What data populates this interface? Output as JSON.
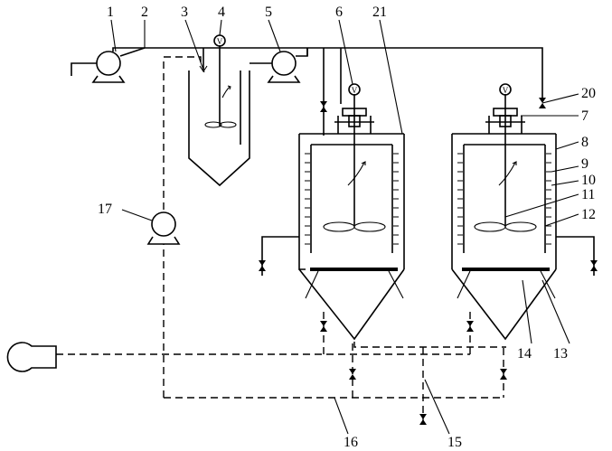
{
  "labels": {
    "l1": "1",
    "l2": "2",
    "l3": "3",
    "l4": "4",
    "l5": "5",
    "l6": "6",
    "l7": "7",
    "l8": "8",
    "l9": "9",
    "l10": "10",
    "l11": "11",
    "l12": "12",
    "l13": "13",
    "l14": "14",
    "l15": "15",
    "l16": "16",
    "l17": "17",
    "l20": "20",
    "l21": "21"
  },
  "meter_symbol": "V",
  "colors": {
    "line": "#000000",
    "background": "#ffffff"
  }
}
